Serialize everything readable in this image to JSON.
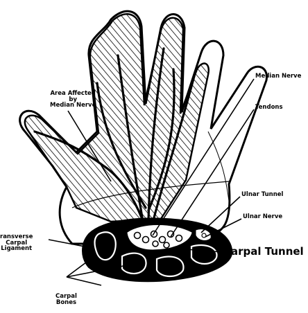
{
  "labels": {
    "area_affected": [
      "Area Affected",
      "by",
      "Median Nerve"
    ],
    "median_nerve": "Median Nerve",
    "tendons": "Tendons",
    "ulnar_tunnel": "Ulnar Tunnel",
    "ulnar_nerve": "Ulnar Nerve",
    "carpal_tunnel": "Carpal Tunnel",
    "transverse_ligament": [
      "ransverse",
      "Carpal",
      "Ligament"
    ],
    "carpal_bones": [
      "Carpal",
      "Bones"
    ]
  },
  "colors": {
    "ink": "#000000",
    "paper": "#ffffff",
    "hatch": "#000000"
  }
}
